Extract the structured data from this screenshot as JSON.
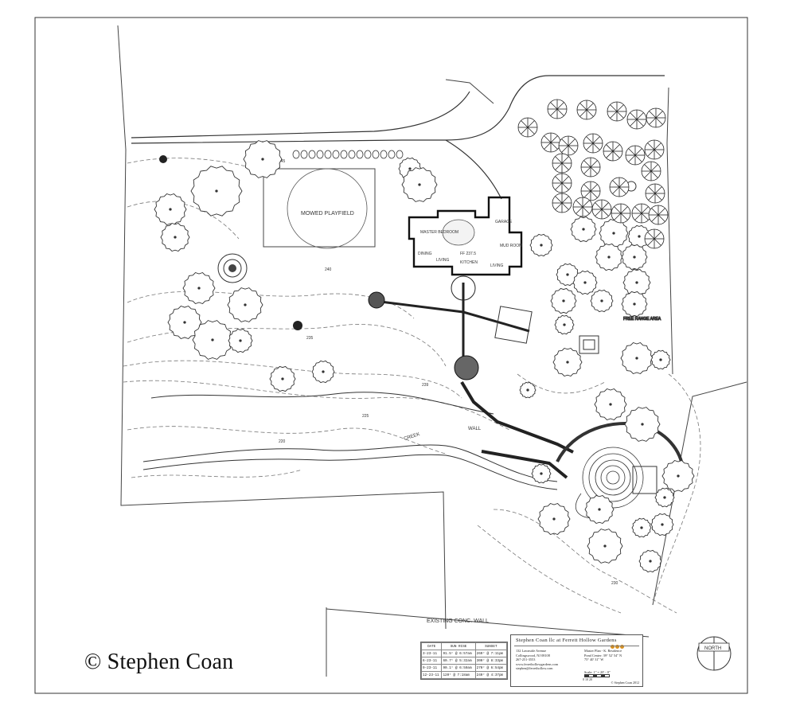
{
  "copyright": "© Stephen Coan",
  "labels": {
    "mowed_playfield": "MOWED PLAYFIELD",
    "master_bedroom": "MASTER BEDROOM",
    "garage": "GARAGE",
    "dining": "DINING",
    "living_1": "LIVING",
    "living_2": "LIVING",
    "kitchen": "KITCHEN",
    "ff_elev": "FF 237.5",
    "mud_room": "MUD ROOM",
    "free_range": "FREE RANGE AREA",
    "wall": "WALL",
    "creek": "CREEK",
    "existing_wall": "EXISTING CONC. WALL",
    "north": "NORTH",
    "contour_245": "245",
    "contour_240": "240",
    "contour_235": "235",
    "contour_230": "230",
    "contour_225": "225",
    "contour_220": "220",
    "contour_239": "239"
  },
  "title_block": {
    "firm": "Stephen Coan llc at Ferrett Hollow Gardens",
    "address": [
      "132 Lawnside Avenue",
      "Collingswood, NJ 08108",
      "267-251-3553",
      "www.ferrethollowgardens.com",
      "stephen@ferrethollow.com"
    ],
    "project": [
      "Master Plan - K.    Residence",
      "Pond Center:  39° 52' 54\" N",
      "75° 40' 31\" W"
    ],
    "scale": "Scale: 1\" = 20' - 0\"",
    "scale_bar": "0    10    20",
    "credit": "© Stephen Coan 2012"
  },
  "sun_table": {
    "headers": [
      "DATE",
      "SUN RISE",
      "SUNSET"
    ],
    "rows": [
      [
        "3-23-11",
        "91.5° @ 6:57am",
        "269° @ 7:11pm"
      ],
      [
        "6-23-11",
        "60.7° @ 5:32am",
        "300° @ 8:33pm"
      ],
      [
        "9-23-11",
        "90.1° @ 6:50am",
        "270° @ 6:54pm"
      ],
      [
        "12-23-11",
        "120° @ 7:18am",
        "240° @ 4:37pm"
      ]
    ]
  }
}
